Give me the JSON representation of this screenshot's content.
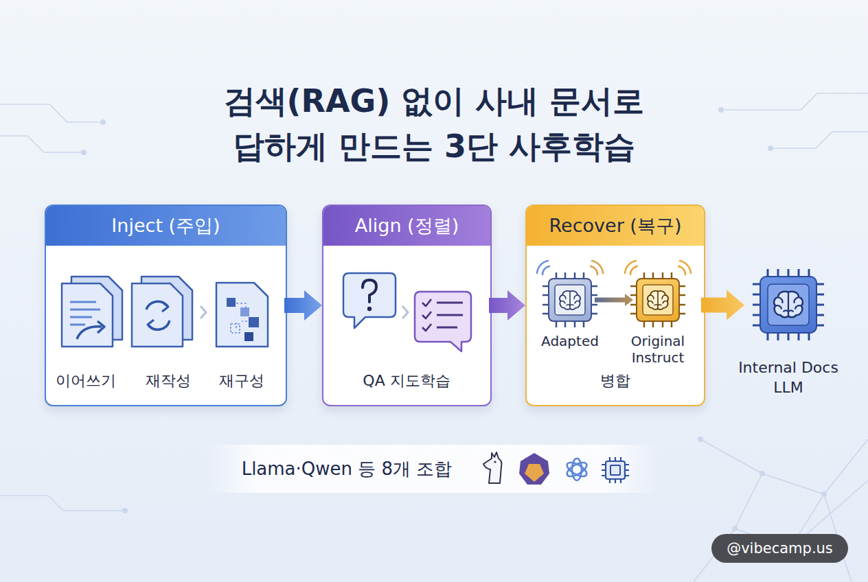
{
  "diagram": {
    "title": "검색(RAG) 없이 사내 문서로 답하게 만드는 3단 사후학습",
    "nodes": [
      {
        "text": [
          "Inject (주입)",
          "이어쓰기",
          "재작성",
          "재구성"
        ]
      },
      {
        "text": [
          "Align (정렬)",
          "QA 지도학습"
        ]
      },
      {
        "text": [
          "Recover (복구)",
          "병합"
        ]
      },
      {
        "text": [
          "Adapted"
        ],
        "in": 2
      },
      {
        "text": [
          "Original Instruct"
        ],
        "in": 2
      },
      {
        "text": [
          "Internal Docs LLM"
        ]
      },
      {
        "text": [
          "Llama·Qwen 등 8개 조합"
        ]
      }
    ],
    "edges": [
      {
        "from": 0,
        "to": 1,
        "arrow": "to"
      },
      {
        "from": 1,
        "to": 2,
        "arrow": "to"
      },
      {
        "from": 2,
        "to": 5,
        "arrow": "to"
      },
      {
        "from": 3,
        "to": 4,
        "arrow": "to"
      }
    ],
    "labels": [
      "@vibecamp.us"
    ]
  }
}
